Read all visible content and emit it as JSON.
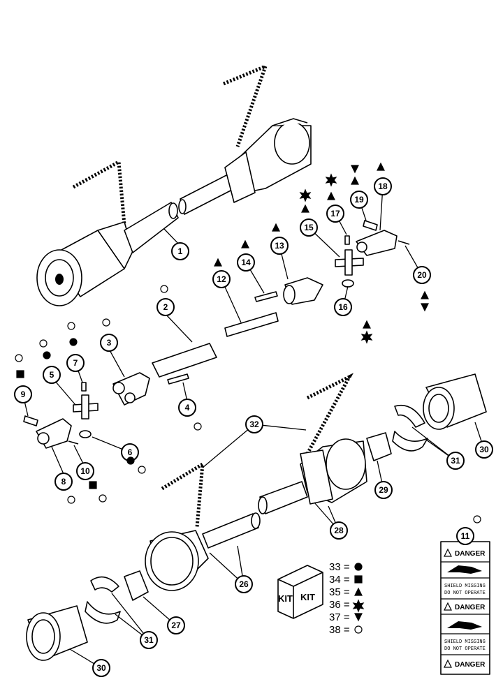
{
  "callouts": [
    "1",
    "2",
    "3",
    "4",
    "5",
    "6",
    "7",
    "8",
    "9",
    "10",
    "11",
    "12",
    "13",
    "14",
    "15",
    "16",
    "17",
    "18",
    "19",
    "20",
    "26",
    "27",
    "28",
    "29",
    "30",
    "31",
    "32"
  ],
  "legend": [
    {
      "num": "33 =",
      "symbol": "filled-circle"
    },
    {
      "num": "34 =",
      "symbol": "filled-square"
    },
    {
      "num": "35 =",
      "symbol": "filled-triangle-up"
    },
    {
      "num": "36 =",
      "symbol": "filled-star"
    },
    {
      "num": "37 =",
      "symbol": "filled-triangle-down"
    },
    {
      "num": "38 =",
      "symbol": "open-circle"
    }
  ],
  "kit": {
    "label_left": "KIT",
    "label_right": "KIT"
  },
  "decal": {
    "danger_1": "DANGER",
    "danger_2": "DANGER",
    "danger_3": "DANGER",
    "warning_1_line1": "SHIELD MISSING",
    "warning_1_line2": "DO NOT OPERATE",
    "warning_2_line1": "SHIELD MISSING",
    "warning_2_line2": "DO NOT OPERATE"
  }
}
